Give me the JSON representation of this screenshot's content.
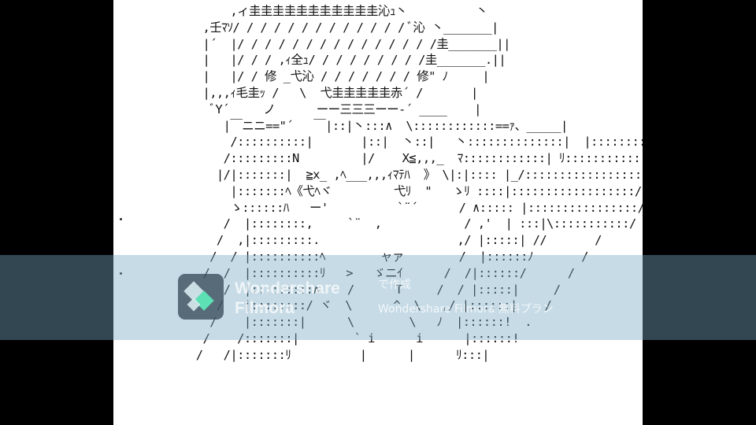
{
  "ascii_art": {
    "lines": [
      "      ,ィ圭圭圭圭圭圭圭圭圭圭圭沁ｭ丶          丶",
      "  ,壬ﾏｿ/ / / / / / / / / / / / / ﾞ沁 丶_______|",
      "  |´  |/ / / / / / / / / / / / / / /圭_______||",
      "  |   |/ / / ,ｨ全ｭ/ / / / / / / / /圭_______.||",
      "  |   |/ / 修 _弋沁 / / / / / / / 修\" ﾉ     |",
      "  |,,,ｨ毛圭ｯ /   \\  弋圭圭圭圭圭赤´ /       |",
      "   ﾞY´     ノ      ーー三三三ーー-´ ____    |",
      "     |￣ニニ==\"´   ￣|::|丶:::∧  \\::::::::::::==ｧ、_____|",
      "      /::::::::::|       |::|  丶::|   丶::::::::::::::|  |::::::::::\\",
      "     /:::::::::N         |/    X≦,,,_  ﾏ::::::::::::| ﾘ:::::::::::: \\___",
      "    |/|:::::::|  ≧x_ ,ﾍ___,,,ｨﾏﾃﾊ  》 \\|:|:::: |_/:::::::::::::::::::",
      "      |:::::::ﾍ《弋ﾍヾ         弋ﾘ  \"   ゝﾘ ::::|::::::::::::::::::/",
      "      ゝ::::::ﾊ   ー'          `¨´      / ∧::::: |::::::::::::::::/",
      "     /  |::::::::,     `¨  ,            / ,'  | :::|\\:::::::::::/",
      "    /  ,|:::::::::.                    ,/ |:::::| //       /",
      "   /  / |::::::::::ﾍ        ャァ        /  |::::::ﾉ       /",
      "  /  /  |::::::::::ﾘ   >   ゞニｲ      /  /|::::::/      /",
      "     /  |:::::::::∧    /      T     /  / |:::::|     /",
      "    /   |::::::::/ ヾ  \\      ^  \\   ,/ |::::::|    /",
      "   /    |:::::::|      \\        \\   ﾉ  |::::::!  .",
      "  /    /:::::::|        ` i      i      |::::::!",
      " /   /|:::::::ﾘ          |      |      ﾘ:::|"
    ]
  },
  "watermark": {
    "brand_line_1": "Wondershare",
    "brand_line_2": "Filmora",
    "made_with": "で作成",
    "plan_text": "Wondershare Filmora 無料プラン",
    "logo_icon": "filmora-logo-icon",
    "band_color": "#78aac3",
    "accent_color": "#5ce0b4"
  },
  "colors": {
    "letterbox": "#000000",
    "canvas": "#ffffff",
    "ink": "#111111"
  }
}
